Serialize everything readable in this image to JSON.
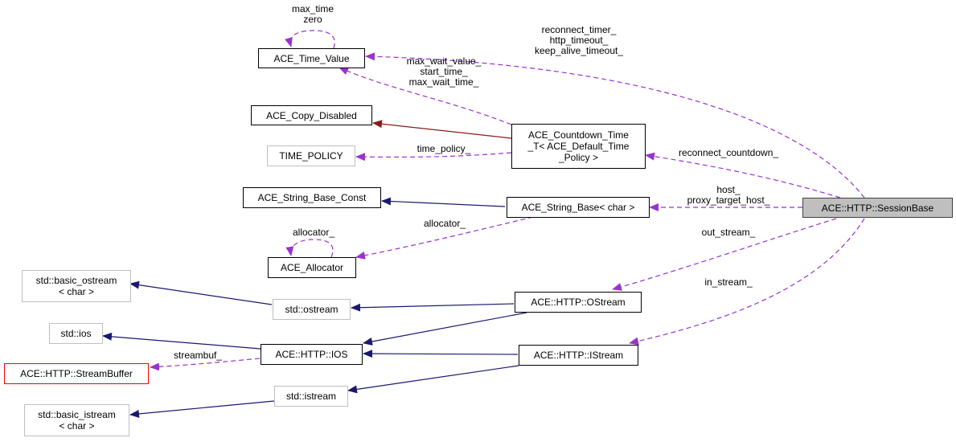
{
  "colors": {
    "usage_edge": "#9a32cd",
    "inherit_edge": "#191970",
    "private_inherit_edge": "#8b1a1a",
    "focus_fill": "#bfbfbf",
    "missing_border": "#ff0000"
  },
  "nodes": {
    "session_base": "ACE::HTTP::SessionBase",
    "time_value": "ACE_Time_Value",
    "copy_disabled": "ACE_Copy_Disabled",
    "time_policy": "TIME_POLICY",
    "countdown_time": "ACE_Countdown_Time\n_T< ACE_Default_Time\n_Policy >",
    "string_base_const": "ACE_String_Base_Const",
    "string_base": "ACE_String_Base< char >",
    "allocator": "ACE_Allocator",
    "basic_ostream": "std::basic_ostream\n< char >",
    "ostream": "std::ostream",
    "ostream_http": "ACE::HTTP::OStream",
    "ios": "std::ios",
    "ios_http": "ACE::HTTP::IOS",
    "stream_buffer": "ACE::HTTP::StreamBuffer",
    "istream_http": "ACE::HTTP::IStream",
    "istream": "std::istream",
    "basic_istream": "std::basic_istream\n< char >"
  },
  "edge_labels": {
    "time_value_self": "max_time\nzero",
    "session_time_value": "reconnect_timer_\nhttp_timeout_\nkeep_alive_timeout_",
    "countdown_time_value": "max_wait_value_\nstart_time_\nmax_wait_time_",
    "countdown_policy": "time_policy_",
    "session_countdown": "reconnect_countdown_",
    "session_string": "host_\nproxy_target_host_",
    "allocator_self": "allocator_",
    "string_allocator": "allocator_",
    "session_ostream": "out_stream_",
    "session_istream": "in_stream_",
    "ios_streambuf": "streambuf_"
  }
}
